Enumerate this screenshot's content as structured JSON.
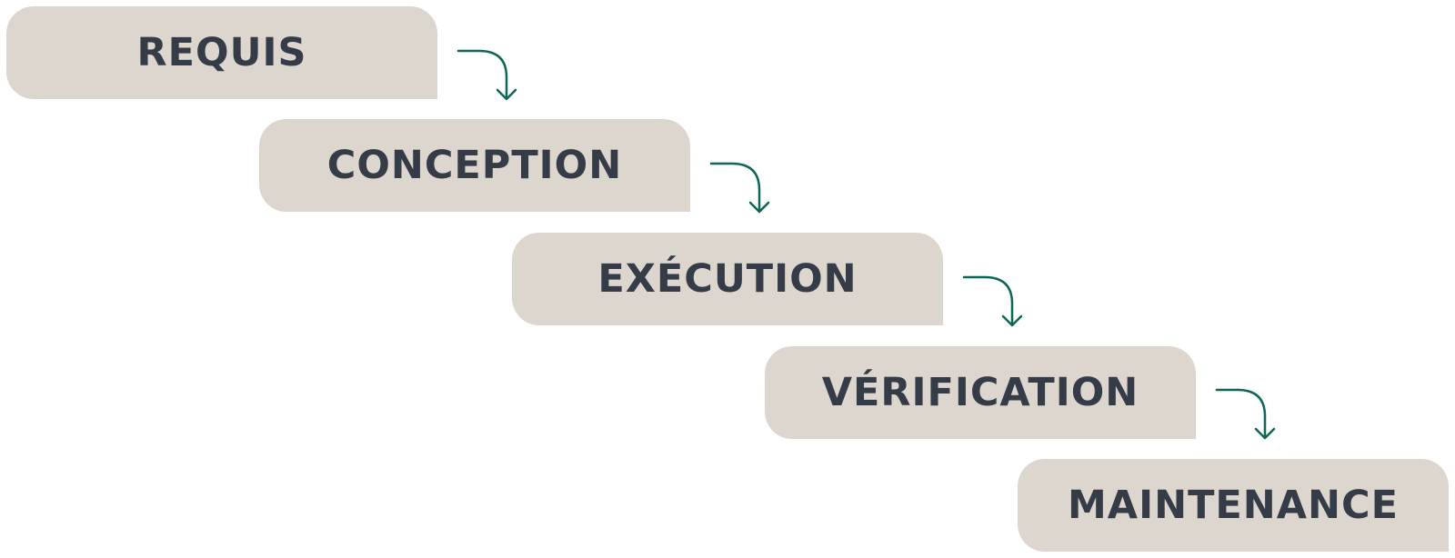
{
  "diagram": {
    "steps": [
      {
        "label": "REQUIS"
      },
      {
        "label": "CONCEPTION"
      },
      {
        "label": "EXÉCUTION"
      },
      {
        "label": "VÉRIFICATION"
      },
      {
        "label": "MAINTENANCE"
      }
    ],
    "colors": {
      "box_fill": "#ddd6cf",
      "label_text": "#353b47",
      "arrow": "#0e6657",
      "background": "#ffffff"
    },
    "connector_icon": "curved-down-arrow-icon"
  }
}
